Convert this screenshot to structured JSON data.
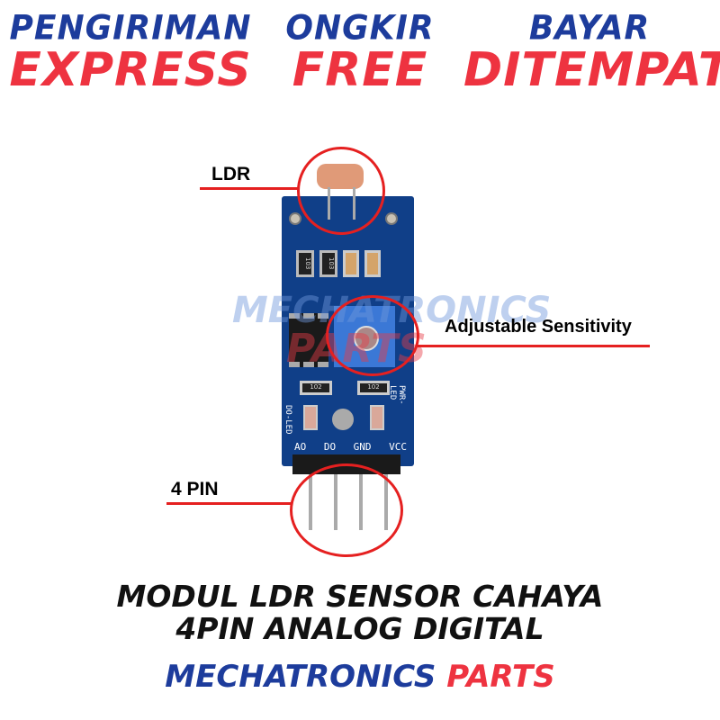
{
  "banner": [
    {
      "line1": "PENGIRIMAN",
      "line2": "EXPRESS"
    },
    {
      "line1": "ONGKIR",
      "line2": "FREE"
    },
    {
      "line1": "BAYAR",
      "line2": "DITEMPAT"
    }
  ],
  "callouts": {
    "ldr": "LDR",
    "pot": "Adjustable Sensitivity",
    "pins": "4 PIN"
  },
  "board": {
    "resistors": [
      "103",
      "103",
      "102",
      "102"
    ],
    "labels": {
      "do_led": "DO-LED",
      "pwr_led": "PWR-LED"
    },
    "pins": [
      "AO",
      "DO",
      "GND",
      "VCC"
    ]
  },
  "watermark": {
    "top": "MECHATRONICS",
    "bottom": "PARTS"
  },
  "product": {
    "line1": "MODUL LDR SENSOR CAHAYA",
    "line2": "4PIN ANALOG DIGITAL"
  },
  "brand": {
    "part1": "MECHATRONICS",
    "part2": "PARTS"
  },
  "colors": {
    "blue": "#1d3c9c",
    "red": "#ee3340",
    "pcb": "#0f3f86"
  }
}
